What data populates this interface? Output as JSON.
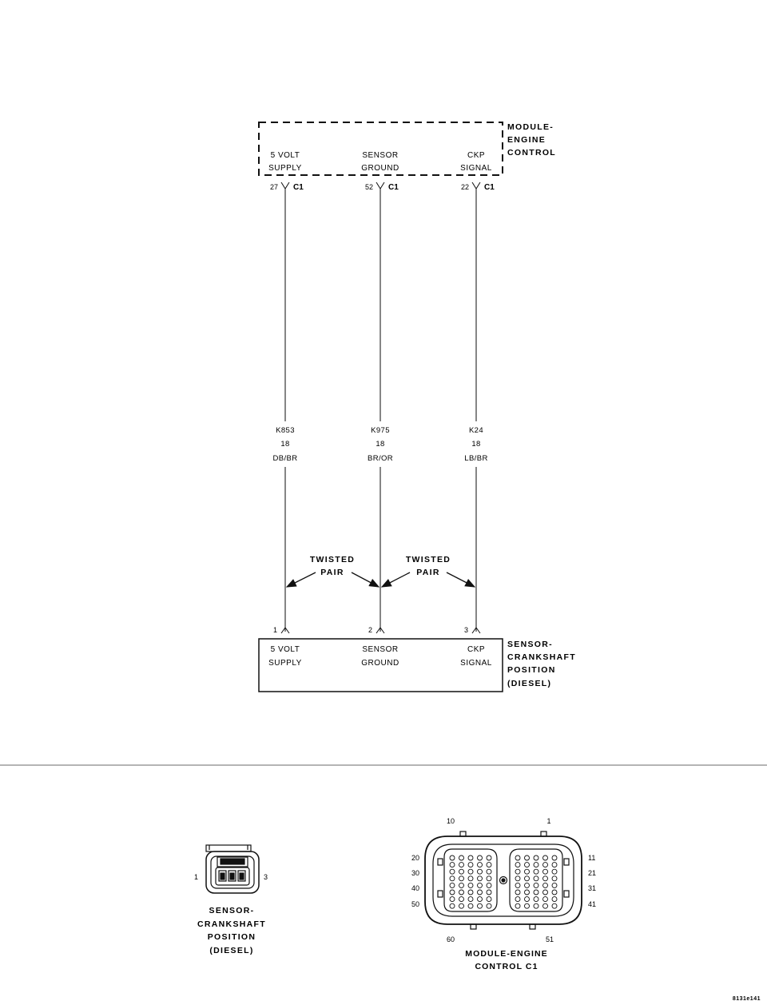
{
  "module": {
    "name_lines": [
      "MODULE-",
      "ENGINE",
      "CONTROL"
    ],
    "pins": [
      {
        "label_lines": [
          "5 VOLT",
          "SUPPLY"
        ],
        "pin": "27",
        "connector": "C1"
      },
      {
        "label_lines": [
          "SENSOR",
          "GROUND"
        ],
        "pin": "52",
        "connector": "C1"
      },
      {
        "label_lines": [
          "CKP",
          "SIGNAL"
        ],
        "pin": "22",
        "connector": "C1"
      }
    ]
  },
  "wires": [
    {
      "circuit": "K853",
      "gauge": "18",
      "color": "DB/BR"
    },
    {
      "circuit": "K975",
      "gauge": "18",
      "color": "BR/OR"
    },
    {
      "circuit": "K24",
      "gauge": "18",
      "color": "LB/BR"
    }
  ],
  "twisted_pair": {
    "line1": "TWISTED",
    "line2": "PAIR"
  },
  "sensor": {
    "name_lines": [
      "SENSOR-",
      "CRANKSHAFT",
      "POSITION",
      "(DIESEL)"
    ],
    "pins": [
      {
        "label_lines": [
          "5 VOLT",
          "SUPPLY"
        ],
        "pin": "1"
      },
      {
        "label_lines": [
          "SENSOR",
          "GROUND"
        ],
        "pin": "2"
      },
      {
        "label_lines": [
          "CKP",
          "SIGNAL"
        ],
        "pin": "3"
      }
    ]
  },
  "sensor_connector": {
    "pin_left": "1",
    "pin_right": "3",
    "caption_lines": [
      "SENSOR-",
      "CRANKSHAFT",
      "POSITION",
      "(DIESEL)"
    ]
  },
  "pcm_connector": {
    "top_left": "10",
    "top_right": "1",
    "left_labels": [
      "20",
      "30",
      "40",
      "50"
    ],
    "right_labels": [
      "11",
      "21",
      "31",
      "41"
    ],
    "bottom_left": "60",
    "bottom_right": "51",
    "caption_lines": [
      "MODULE-ENGINE",
      "CONTROL C1"
    ]
  },
  "figure_id": "8131e141"
}
